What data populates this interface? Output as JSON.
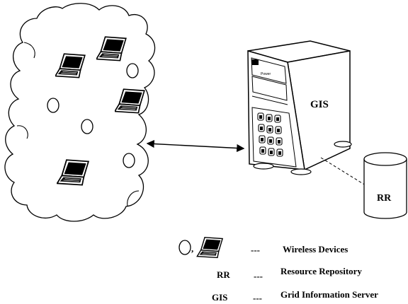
{
  "server": {
    "label": "GIS",
    "brand": "Power"
  },
  "repository": {
    "label": "RR"
  },
  "legend": [
    {
      "key": "",
      "separator": "---",
      "description": "Wireless Devices"
    },
    {
      "key": "RR",
      "separator": "---",
      "description": "Resource Repository"
    },
    {
      "key": "GIS",
      "separator": "---",
      "description": "Grid Information Server"
    }
  ],
  "colors": {
    "ink": "#000000",
    "paper": "#ffffff",
    "laptop_screen": "#000000"
  }
}
